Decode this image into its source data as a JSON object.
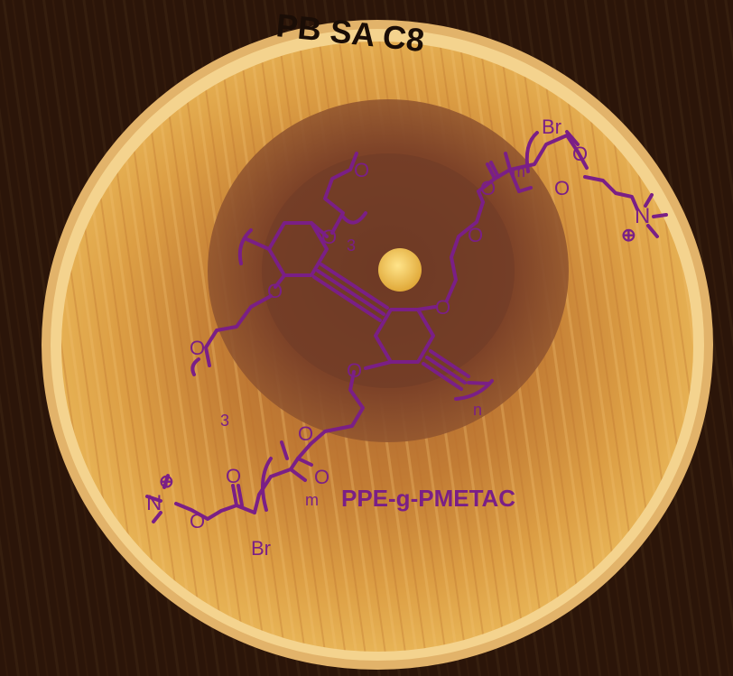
{
  "plate": {
    "handwritten_label": "PB SA C8"
  },
  "structure": {
    "name": "PPE-g-PMETAC",
    "atom_labels": {
      "bromine": "Br",
      "oxygen": "O",
      "nitrogen": "N",
      "positive_charge": "⊕"
    },
    "subscripts": {
      "repeat_n": "n",
      "repeat_m": "m",
      "ethoxy_count": "3"
    }
  },
  "colors": {
    "molecule": "#7a1f86",
    "agar": "#d99a3c",
    "inhibition_zone": "#8a4a28",
    "background": "#2a1408",
    "disc": "#f5c44a"
  }
}
